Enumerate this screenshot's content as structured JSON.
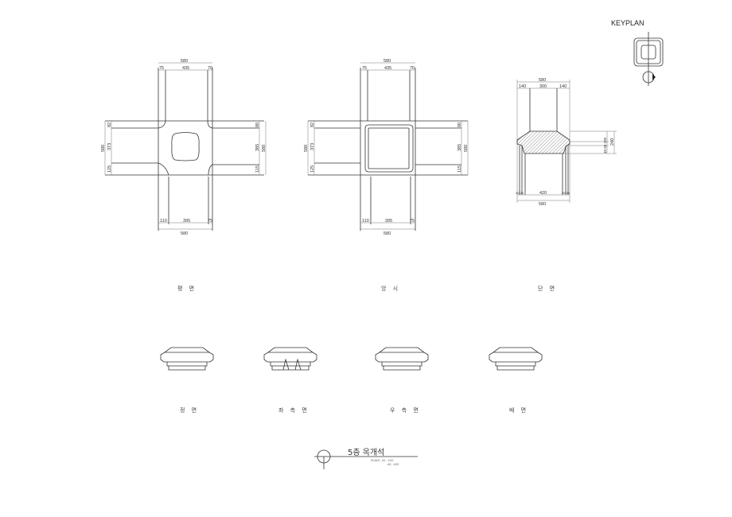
{
  "keyplan": {
    "title": "KEYPLAN"
  },
  "views": {
    "plan": {
      "label": "평 면",
      "top_total": "580",
      "top": [
        "75",
        "435",
        "70"
      ],
      "bottom": [
        "110",
        "395",
        "75"
      ],
      "bottom_total": "580",
      "left_total": "580",
      "left": [
        "82",
        "373",
        "125"
      ],
      "right": [
        "80",
        "385",
        "115"
      ],
      "right_total": "580"
    },
    "soffit": {
      "label": "앙 시",
      "top_total": "580",
      "top": [
        "75",
        "435",
        "70"
      ],
      "bottom": [
        "110",
        "395",
        "75"
      ],
      "bottom_total": "580",
      "left_total": "580",
      "left": [
        "82",
        "373",
        "125"
      ],
      "right": [
        "80",
        "385",
        "115"
      ],
      "right_total": "580"
    },
    "section": {
      "label": "단 면",
      "top_total": "580",
      "top": [
        "140",
        "300",
        "140"
      ],
      "bottom": [
        "420"
      ],
      "bottom_small_left": "40 25",
      "bottom_small_right": "25 35",
      "bottom_total": "580",
      "right_stack": "40 60 100",
      "right_total": "240"
    },
    "front": {
      "label": "정 면"
    },
    "left_side": {
      "label": "좌 측 면"
    },
    "right_side": {
      "label": "우 측 면"
    },
    "back": {
      "label": "배 면"
    }
  },
  "title_block": {
    "title": "5층 옥개석",
    "scale_line1": "SCALE : A1 - 1/10",
    "scale_line2": "A3 - 1/20"
  }
}
